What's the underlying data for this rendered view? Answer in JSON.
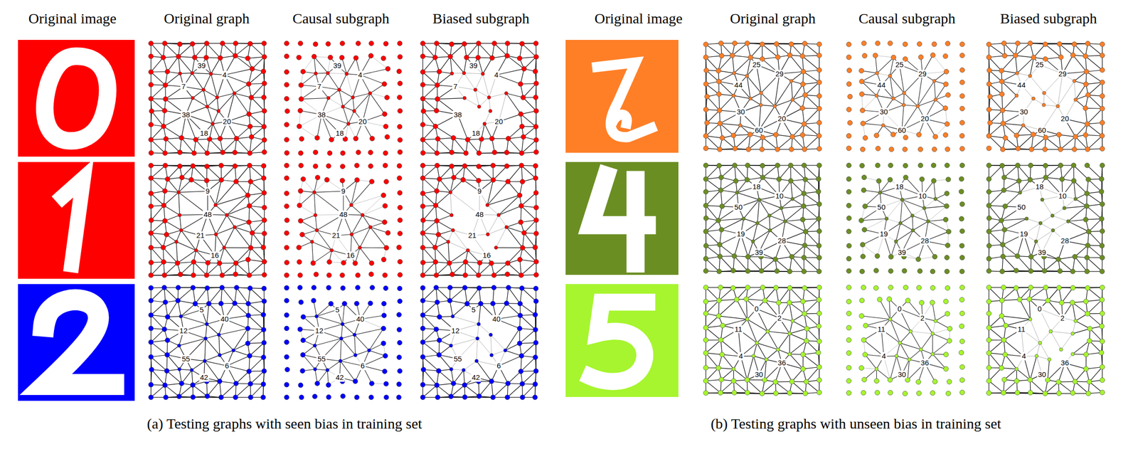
{
  "diagram": {
    "labels": [
      "Original image",
      "Original graph",
      "Causal subgraph",
      "Biased subgraph",
      "Original image",
      "Original graph",
      "Causal subgraph",
      "Biased subgraph",
      "(a) Testing graphs with seen bias in training set",
      "(b) Testing graphs with unseen bias in training set",
      "39",
      "4",
      "7",
      "38",
      "18",
      "20",
      "39",
      "4",
      "7",
      "38",
      "18",
      "20",
      "39",
      "4",
      "7",
      "38",
      "18",
      "20",
      "9",
      "48",
      "21",
      "16",
      "9",
      "48",
      "21",
      "16",
      "9",
      "48",
      "21",
      "16",
      "5",
      "40",
      "12",
      "55",
      "42",
      "6",
      "5",
      "40",
      "12",
      "55",
      "42",
      "6",
      "5",
      "40",
      "12",
      "55",
      "42",
      "6",
      "25",
      "29",
      "44",
      "30",
      "60",
      "20",
      "25",
      "29",
      "44",
      "30",
      "60",
      "20",
      "25",
      "29",
      "44",
      "30",
      "60",
      "20",
      "18",
      "10",
      "50",
      "19",
      "39",
      "28",
      "18",
      "10",
      "50",
      "19",
      "39",
      "28",
      "18",
      "10",
      "50",
      "19",
      "39",
      "28",
      "0",
      "2",
      "11",
      "4",
      "30",
      "36",
      "0",
      "2",
      "11",
      "4",
      "30",
      "36",
      "0",
      "2",
      "11",
      "4",
      "30",
      "36"
    ]
  }
}
